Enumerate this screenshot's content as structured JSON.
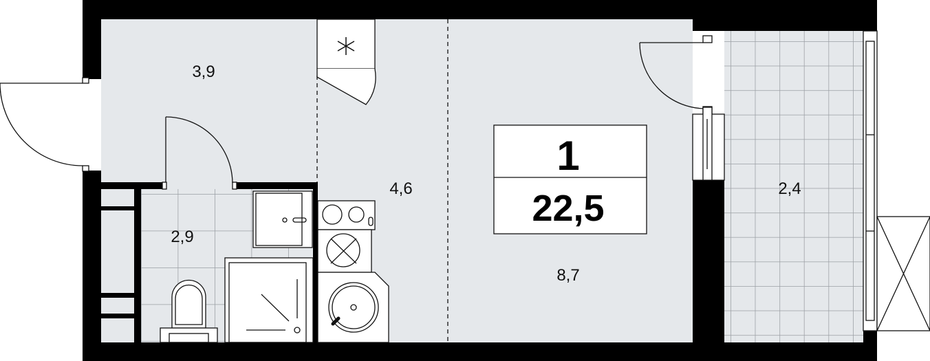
{
  "plan": {
    "rooms": [
      {
        "id": "hallway",
        "area": "3,9"
      },
      {
        "id": "bathroom",
        "area": "2,9"
      },
      {
        "id": "kitchen",
        "area": "4,6"
      },
      {
        "id": "living-room",
        "area": "8,7"
      },
      {
        "id": "balcony",
        "area": "2,4"
      }
    ],
    "summary": {
      "rooms_count": "1",
      "total_area": "22,5"
    },
    "colors": {
      "wall": "#000000",
      "floor": "#e5e8eb",
      "tile_grid": "#9a9ea3"
    }
  }
}
